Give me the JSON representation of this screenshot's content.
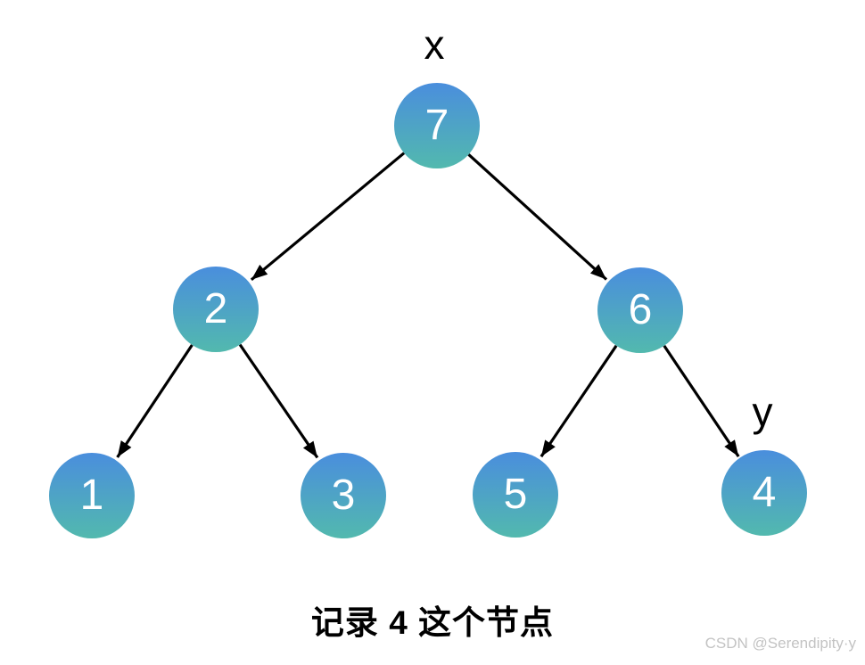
{
  "labels": {
    "x": "x",
    "y": "y"
  },
  "nodes": [
    {
      "value": "7"
    },
    {
      "value": "2"
    },
    {
      "value": "6"
    },
    {
      "value": "1"
    },
    {
      "value": "3"
    },
    {
      "value": "5"
    },
    {
      "value": "4"
    }
  ],
  "edges": [
    {
      "from": "7",
      "to": "2"
    },
    {
      "from": "7",
      "to": "6"
    },
    {
      "from": "2",
      "to": "1"
    },
    {
      "from": "2",
      "to": "3"
    },
    {
      "from": "6",
      "to": "5"
    },
    {
      "from": "6",
      "to": "4"
    }
  ],
  "caption": "记录 4 这个节点",
  "watermark": "CSDN @Serendipity·y",
  "colors": {
    "node_gradient_top": "#4a8edd",
    "node_gradient_bottom": "#52b9ae",
    "node_text": "#ffffff",
    "edge": "#000000",
    "caption_text": "#000000",
    "watermark_text": "#c3c3c3"
  }
}
